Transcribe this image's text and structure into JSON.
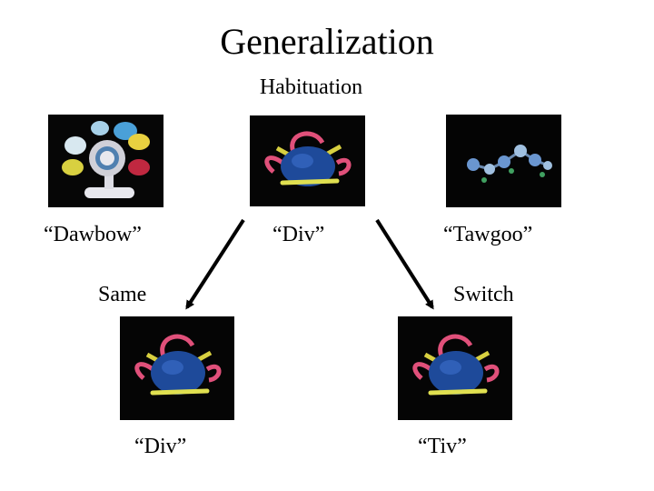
{
  "title": "Generalization",
  "phase": "Habituation",
  "habituation": {
    "left": {
      "word": "“Dawbow”",
      "object": "pinwheel-toy"
    },
    "center": {
      "word": "“Div”",
      "object": "blue-blob-toy"
    },
    "right": {
      "word": "“Tawgoo”",
      "object": "molecule-toy"
    }
  },
  "test": {
    "same": {
      "label": "Same",
      "word": "“Div”",
      "object": "blue-blob-toy"
    },
    "switch": {
      "label": "Switch",
      "word": "“Tiv”",
      "object": "blue-blob-toy"
    }
  }
}
